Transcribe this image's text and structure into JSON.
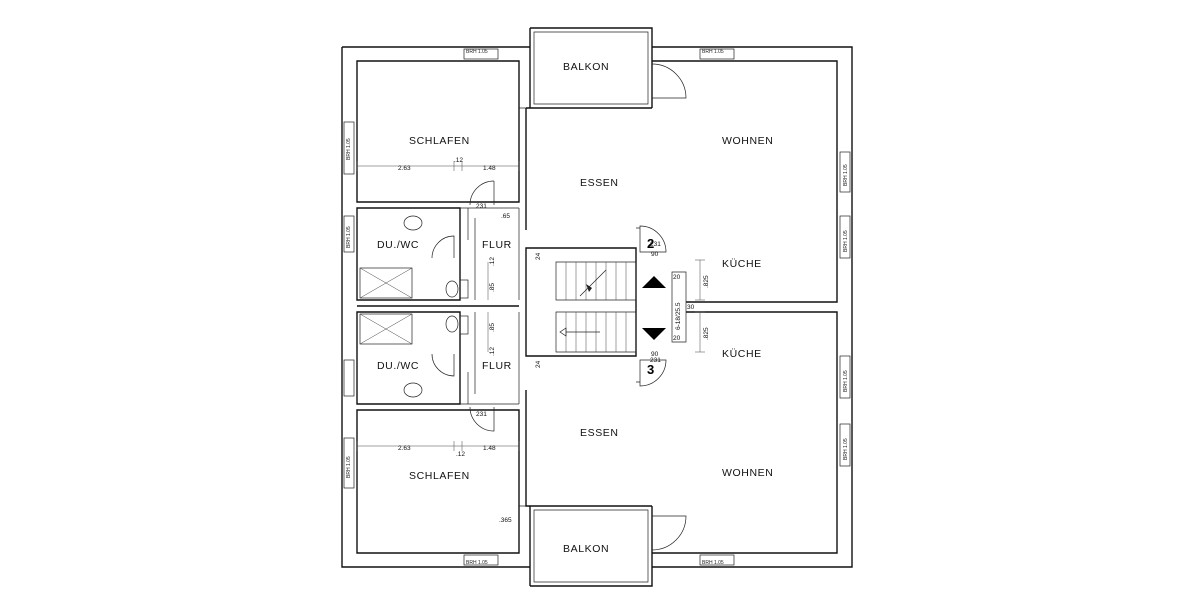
{
  "rooms": {
    "balkon_top": "BALKON",
    "balkon_bottom": "BALKON",
    "wohnen_top": "WOHNEN",
    "wohnen_bottom": "WOHNEN",
    "essen_top": "ESSEN",
    "essen_bottom": "ESSEN",
    "schlafen_top": "SCHLAFEN",
    "schlafen_bottom": "SCHLAFEN",
    "duwc_top": "DU./WC",
    "duwc_bottom": "DU./WC",
    "flur_top": "FLUR",
    "flur_bottom": "FLUR",
    "kueche_top": "KÜCHE",
    "kueche_bottom": "KÜCHE"
  },
  "stair_numbers": {
    "upper": "2",
    "lower": "3"
  },
  "dimensions": {
    "schlafen_top_left": "2.63",
    "schlafen_top_mid": ".12",
    "schlafen_top_right": "1.48",
    "schlafen_bottom_left": "2.63",
    "schlafen_bottom_mid": ".12",
    "schlafen_bottom_right": "1.48",
    "flur_65": ".65",
    "flur_85_top": ".85",
    "flur_85_bottom": ".85",
    "flur_12_top": ".12",
    "flur_12_bottom": ".12",
    "essen_365": ".365",
    "kueche_825_top": ".825",
    "kueche_825_bottom": ".825",
    "stair_vertical": "6-18/25.5",
    "door_231_a": "231",
    "door_231_b": "231",
    "door_231_c": "231",
    "door_231_d": "231",
    "door_90_a": "90",
    "door_90_b": "90",
    "stair_24_a": "24",
    "stair_24_b": "24",
    "stair_30": "30",
    "stair_20_a": "20",
    "stair_20_b": "20"
  },
  "window_tags": {
    "brh_top_left": "BRH 1.05",
    "brh_top_right": "BRH 1.05",
    "brh_bottom_left": "BRH 1.05",
    "brh_bottom_right": "BRH 1.05",
    "brh_left_top": "BRH 1.05",
    "brh_left_bottom": "BRH 1.05",
    "brh_left_wc_top": "BRH 1.05",
    "brh_right_1": "BRH 1.05",
    "brh_right_2": "BRH 1.05",
    "brh_right_3": "BRH 1.05",
    "brh_right_4": "BRH 1.05"
  }
}
